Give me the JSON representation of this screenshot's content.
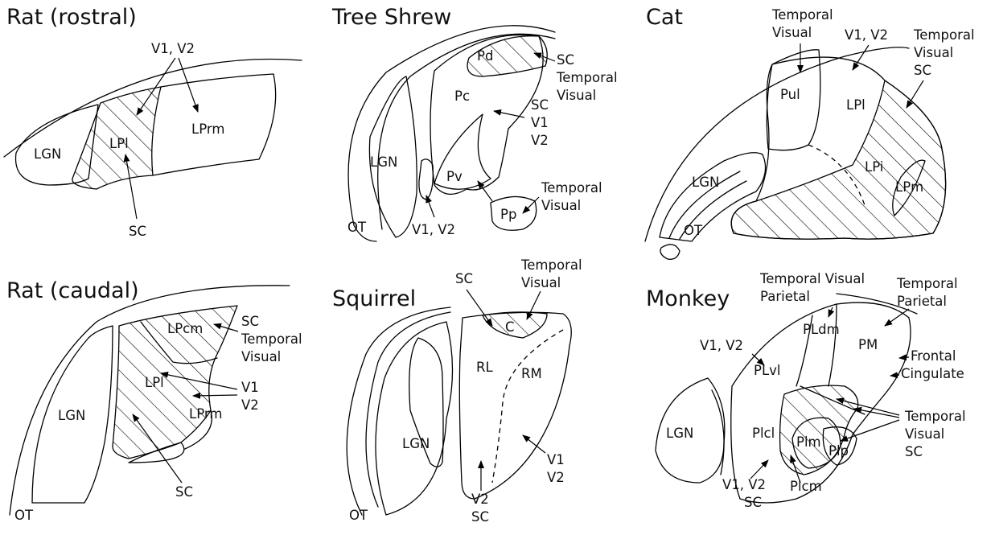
{
  "panels": {
    "rat_rostral": {
      "title": "Rat (rostral)",
      "regions": {
        "lgn": "LGN",
        "lpl": "LPl",
        "lprm": "LPrm"
      },
      "inputs": {
        "v1v2": "V1, V2",
        "sc": "SC"
      }
    },
    "tree_shrew": {
      "title": "Tree Shrew",
      "regions": {
        "pd": "Pd",
        "pc": "Pc",
        "lgn": "LGN",
        "pv": "Pv",
        "pp": "Pp",
        "ot": "OT"
      },
      "inputs": {
        "pd_sc": "SC",
        "pd_temporal": "Temporal",
        "pd_visual": "Visual",
        "pc_sc": "SC",
        "pc_v1": "V1",
        "pc_v2": "V2",
        "pp_temporal": "Temporal",
        "pp_visual": "Visual",
        "v1v2": "V1, V2"
      }
    },
    "cat": {
      "title": "Cat",
      "regions": {
        "pul": "Pul",
        "lpl": "LPl",
        "lpi": "LPi",
        "lpm": "LPm",
        "lgn": "LGN",
        "ot": "OT"
      },
      "inputs": {
        "pul_temporal": "Temporal",
        "pul_visual": "Visual",
        "v1v2": "V1, V2",
        "right_temporal": "Temporal",
        "right_visual": "Visual",
        "right_sc": "SC"
      }
    },
    "rat_caudal": {
      "title": "Rat (caudal)",
      "regions": {
        "lpcm": "LPcm",
        "lpl": "LPl",
        "lprm": "LPrm",
        "lgn": "LGN",
        "ot": "OT"
      },
      "inputs": {
        "sc_top": "SC",
        "temporal": "Temporal",
        "visual": "Visual",
        "v1": "V1",
        "v2": "V2",
        "sc_bottom": "SC"
      }
    },
    "squirrel": {
      "title": "Squirrel",
      "regions": {
        "c": "C",
        "rl": "RL",
        "rm": "RM",
        "lgn": "LGN",
        "ot": "OT"
      },
      "inputs": {
        "sc_top": "SC",
        "temporal": "Temporal",
        "visual": "Visual",
        "v1": "V1",
        "v2_right": "V2",
        "v2_bottom": "V2",
        "sc_bottom": "SC"
      }
    },
    "monkey": {
      "title": "Monkey",
      "regions": {
        "pldm": "PLdm",
        "pm": "PM",
        "plvl": "PLvl",
        "lgn": "LGN",
        "plcl": "Plcl",
        "plm": "Plm",
        "plp": "Plp",
        "plcm": "Plcm"
      },
      "inputs": {
        "temporal_visual": "Temporal Visual",
        "parietal_left": "Parietal",
        "temporal_right": "Temporal",
        "parietal_right": "Parietal",
        "v1v2_top": "V1, V2",
        "frontal": "Frontal",
        "cingulate": "Cingulate",
        "temporal_lower": "Temporal",
        "visual_lower": "Visual",
        "sc_lower": "SC",
        "v1v2_bottom": "V1, V2",
        "sc_bottom": "SC"
      }
    }
  }
}
